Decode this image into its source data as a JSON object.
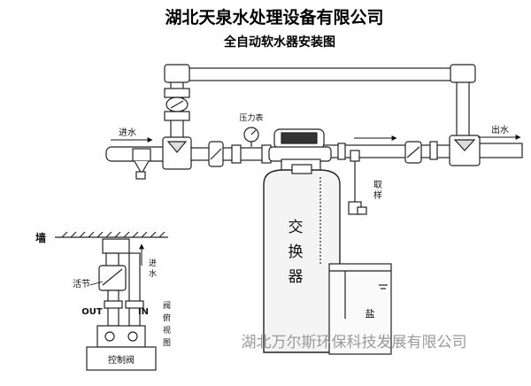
{
  "header": {
    "company": "湖北天泉水处理设备有限公司",
    "subtitle": "全自动软水器安装图"
  },
  "labels": {
    "inlet": "进水",
    "outlet": "出水",
    "pressure_gauge": "压力表",
    "sampling": "取样",
    "exchanger": "交换器",
    "salt": "盐",
    "wall": "墙",
    "union": "活节",
    "inlet_small": "进水",
    "out": "OUT",
    "in": "IN",
    "valve_view": "阀俯视图",
    "control_valve": "控制阀"
  },
  "watermark": "湖北万尔斯环保科技发展有限公司"
}
